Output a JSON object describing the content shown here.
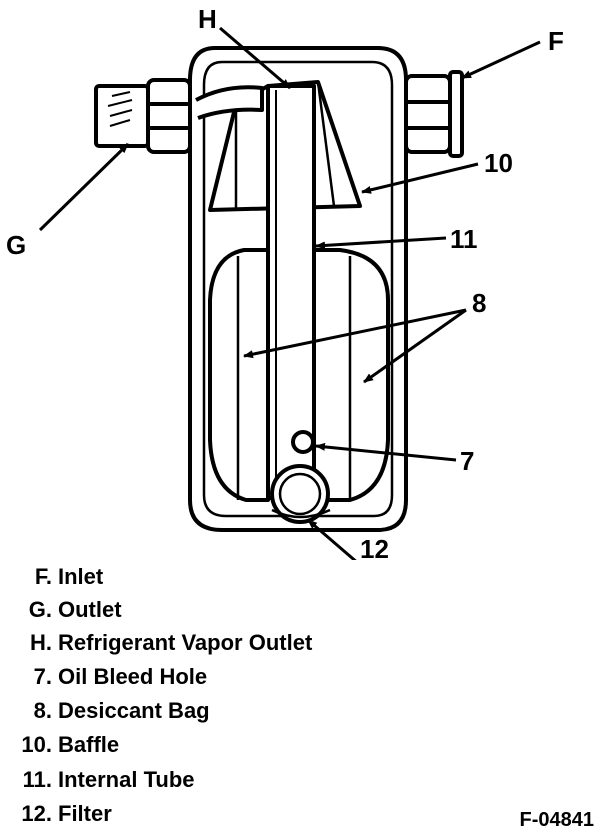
{
  "callouts": {
    "F": "F",
    "G": "G",
    "H": "H",
    "c10": "10",
    "c11": "11",
    "c8": "8",
    "c7": "7",
    "c12": "12"
  },
  "legend": [
    {
      "key": "F.",
      "text": "Inlet"
    },
    {
      "key": "G.",
      "text": "Outlet"
    },
    {
      "key": "H.",
      "text": "Refrigerant Vapor Outlet"
    },
    {
      "key": "7.",
      "text": "Oil Bleed Hole"
    },
    {
      "key": "8.",
      "text": "Desiccant Bag"
    },
    {
      "key": "10.",
      "text": "Baffle"
    },
    {
      "key": "11.",
      "text": "Internal Tube"
    },
    {
      "key": "12.",
      "text": "Filter"
    }
  ],
  "figure_id": "F-04841"
}
